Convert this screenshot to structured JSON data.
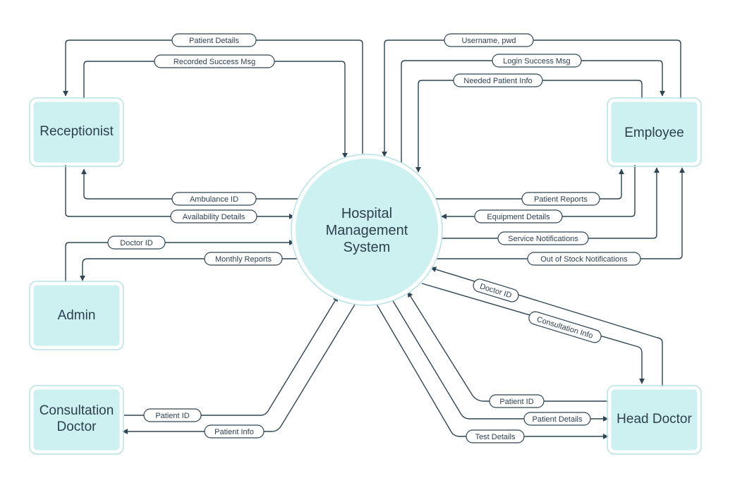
{
  "colors": {
    "entity_fill": "#cdf0f1",
    "entity_border": "#b9e2e4",
    "line": "#2e4554",
    "text": "#2d3f4f"
  },
  "process": {
    "lines": [
      "Hospital",
      "Management",
      "System"
    ]
  },
  "entities": {
    "receptionist": [
      "Receptionist"
    ],
    "employee": [
      "Employee"
    ],
    "admin": [
      "Admin"
    ],
    "consultation_doctor": [
      "Consultation",
      "Doctor"
    ],
    "head_doctor": [
      "Head Doctor"
    ]
  },
  "flows": {
    "patient_details_reception": "Patient Details",
    "recorded_success_msg": "Recorded Success Msg",
    "ambulance_id": "Ambulance ID",
    "availability_details": "Availability Details",
    "doctor_id_admin": "Doctor ID",
    "monthly_reports": "Monthly Reports",
    "username_pwd": "Username, pwd",
    "login_success_msg": "Login Success Msg",
    "needed_patient_info": "Needed Patient Info",
    "patient_reports": "Patient Reports",
    "equipment_details": "Equipment Details",
    "service_notifications": "Service Notifications",
    "out_of_stock_notifications": "Out of Stock Notifications",
    "doctor_id_head": "Doctor ID",
    "consultation_info": "Consultation Info",
    "patient_id_consult": "Patient ID",
    "patient_info": "Patient Info",
    "patient_id_head": "Patient ID",
    "patient_details_head": "Patient Details",
    "test_details": "Test Details"
  }
}
